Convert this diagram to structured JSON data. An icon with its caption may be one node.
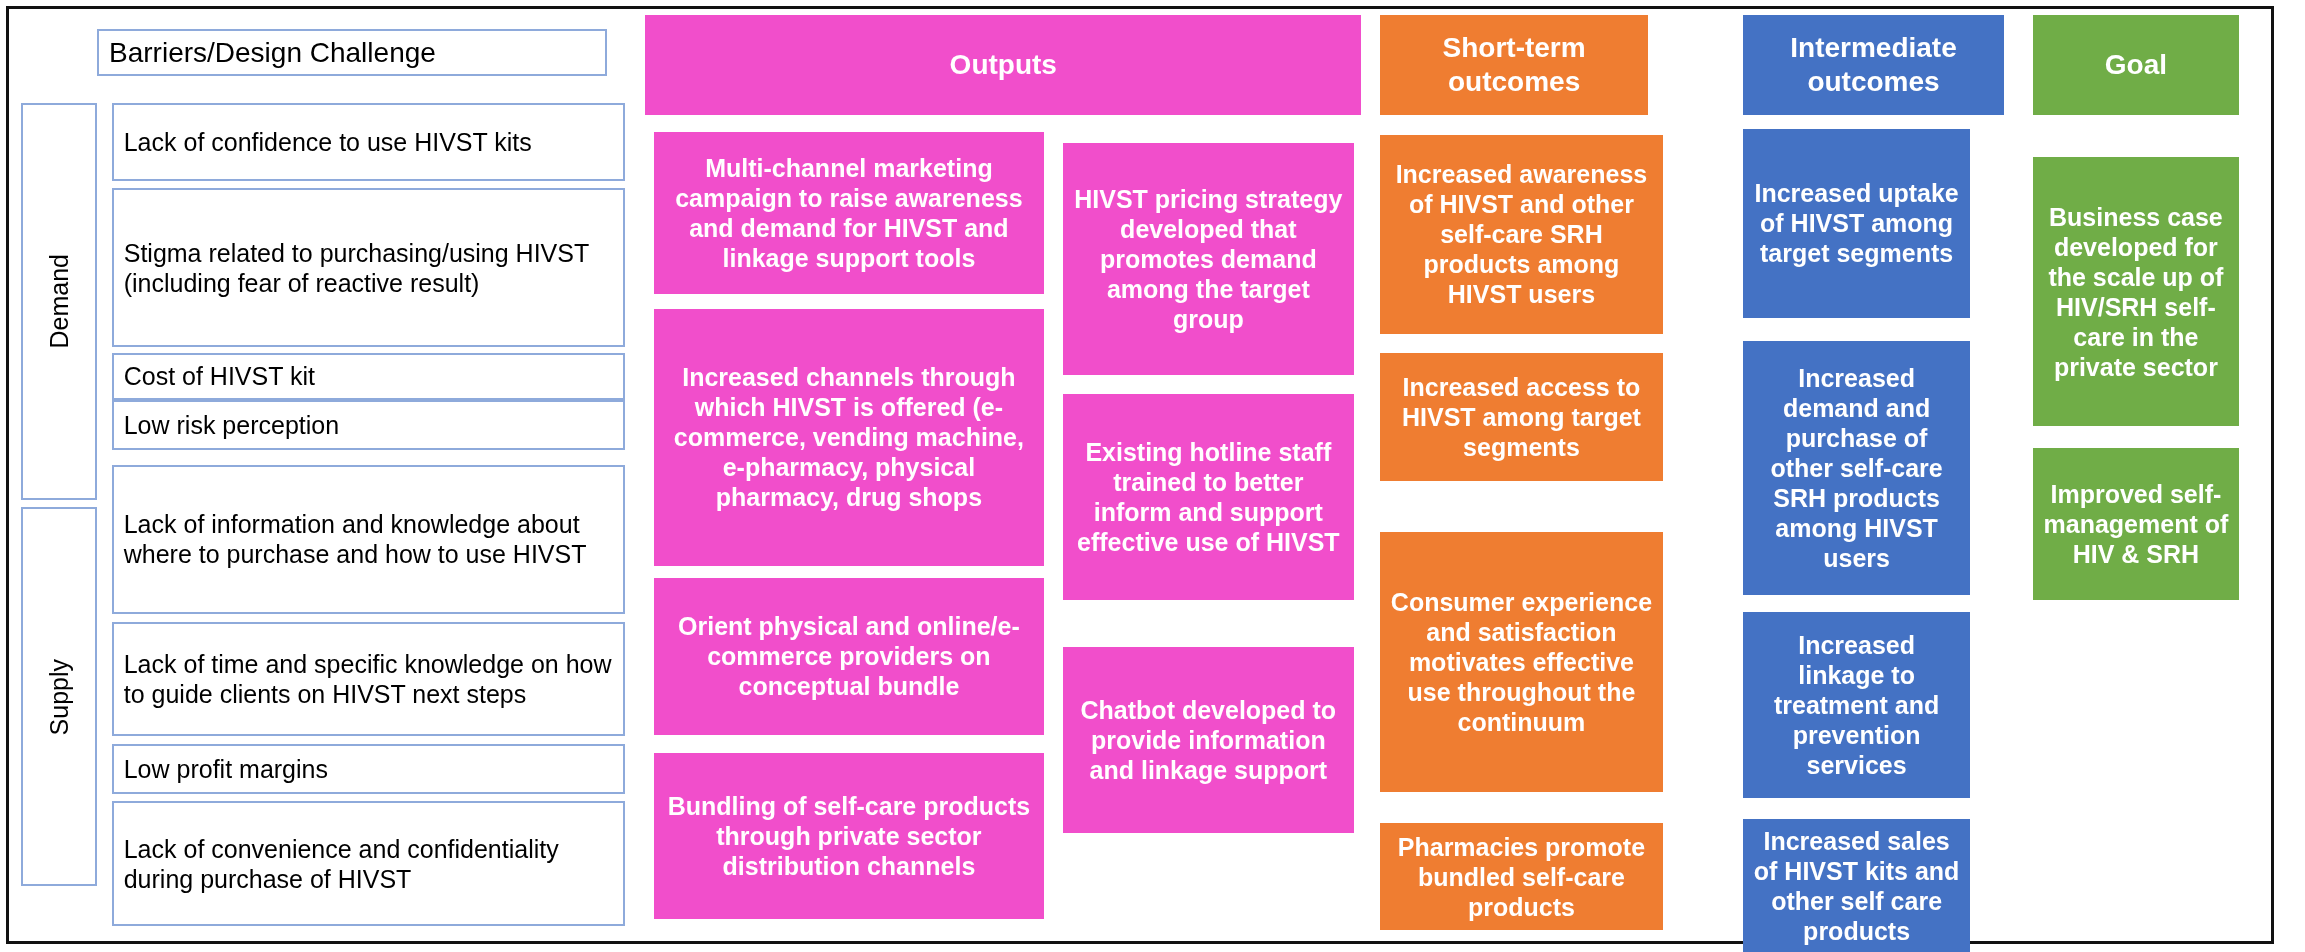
{
  "diagram": {
    "nodes": [
      {
        "text": [
          "Barriers/Design Challenge"
        ]
      },
      {
        "text": [
          "Outputs"
        ]
      },
      {
        "text": [
          "Short-term outcomes"
        ]
      },
      {
        "text": [
          "Intermediate outcomes"
        ]
      },
      {
        "text": [
          "Goal"
        ]
      },
      {
        "text": [
          "Demand"
        ]
      },
      {
        "text": [
          "Supply"
        ]
      },
      {
        "text": [
          "Lack of confidence to use HIVST kits"
        ]
      },
      {
        "text": [
          "Stigma related to purchasing/using HIVST (including fear of reactive result)"
        ]
      },
      {
        "text": [
          "Cost of HIVST kit"
        ]
      },
      {
        "text": [
          "Low risk perception"
        ]
      },
      {
        "text": [
          "Lack of information and knowledge about where to purchase and how to use HIVST"
        ]
      },
      {
        "text": [
          "Lack of time and specific knowledge on how to guide clients on HIVST next steps"
        ]
      },
      {
        "text": [
          "Low profit margins"
        ]
      },
      {
        "text": [
          "Lack of convenience and confidentiality during purchase of HIVST"
        ]
      },
      {
        "text": [
          "Multi-channel marketing campaign to raise awareness and demand for HIVST and linkage support tools"
        ]
      },
      {
        "text": [
          "Increased channels through which HIVST is offered (e-commerce, vending machine, e-pharmacy, physical pharmacy, drug shops"
        ]
      },
      {
        "text": [
          "Orient physical and online/e-commerce providers on conceptual bundle"
        ]
      },
      {
        "text": [
          "Bundling of self-care products through private sector distribution channels"
        ]
      },
      {
        "text": [
          "HIVST pricing strategy developed that promotes demand among the target group"
        ]
      },
      {
        "text": [
          "Existing hotline staff trained to better inform and support effective use of HIVST"
        ]
      },
      {
        "text": [
          "Chatbot developed to provide information and linkage support"
        ]
      },
      {
        "text": [
          "Increased awareness of HIVST and other self-care SRH products among HIVST users"
        ]
      },
      {
        "text": [
          "Increased access to HIVST among target segments"
        ]
      },
      {
        "text": [
          "Consumer experience and satisfaction motivates effective use throughout the continuum"
        ]
      },
      {
        "text": [
          "Pharmacies promote bundled self-care products"
        ]
      },
      {
        "text": [
          "Increased uptake of HIVST among target segments"
        ]
      },
      {
        "text": [
          "Increased demand and purchase of other self-care SRH products among HIVST users"
        ]
      },
      {
        "text": [
          "Increased linkage to treatment and prevention services"
        ]
      },
      {
        "text": [
          "Increased sales of HIVST kits and other self care products"
        ]
      },
      {
        "text": [
          "Business case developed for the scale up of HIV/SRH self-care in the private sector"
        ]
      },
      {
        "text": [
          "Improved self-management of HIV & SRH"
        ]
      }
    ]
  }
}
